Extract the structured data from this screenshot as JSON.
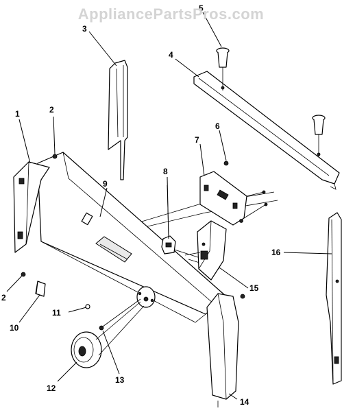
{
  "watermark": "AppliancePartsPros.com",
  "callouts": {
    "c1": "1",
    "c2a": "2",
    "c2b": "2",
    "c3": "3",
    "c4": "4",
    "c5": "5",
    "c6": "6",
    "c7": "7",
    "c8": "8",
    "c9": "9",
    "c10": "10",
    "c11": "11",
    "c12": "12",
    "c13": "13",
    "c14": "14",
    "c15": "15",
    "c16": "16"
  }
}
